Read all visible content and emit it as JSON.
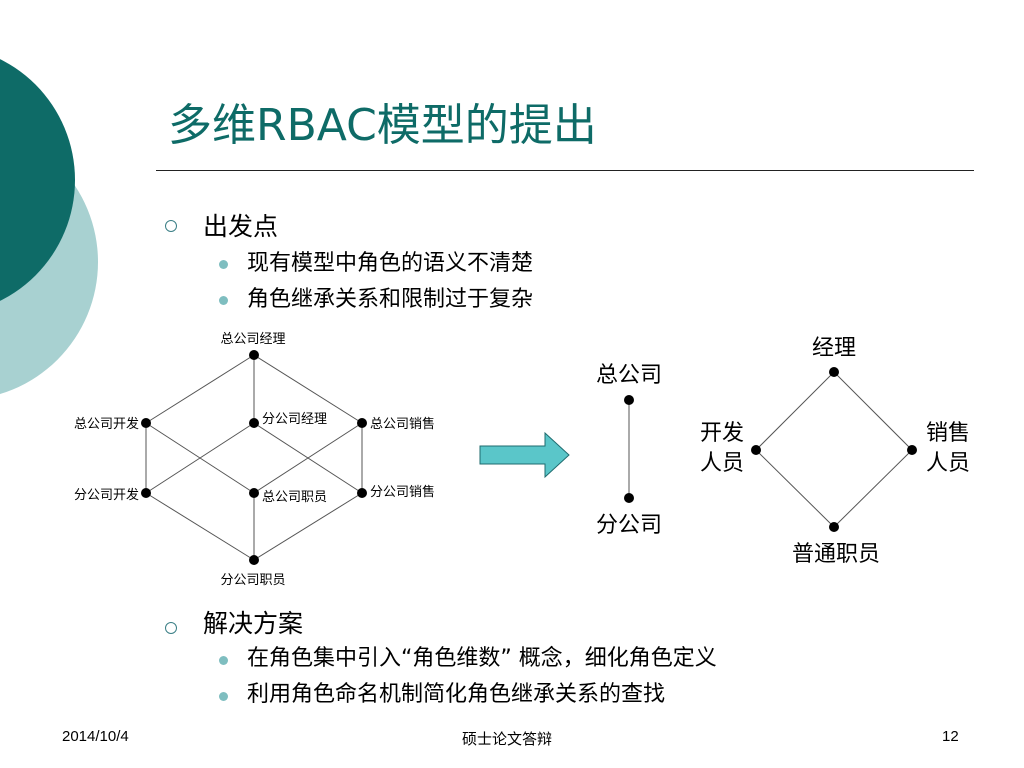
{
  "slide": {
    "title": "多维RBAC模型的提出",
    "sections": [
      {
        "heading": "出发点",
        "bullets": [
          "现有模型中角色的语义不清楚",
          "角色继承关系和限制过于复杂"
        ]
      },
      {
        "heading": "解决方案",
        "bullets": [
          "在角色集中引入“角色维数” 概念，细化角色定义",
          "利用角色命名机制简化角色继承关系的查找"
        ]
      }
    ],
    "diagram_left": {
      "top": "总公司经理",
      "mid_left": "总公司开发",
      "mid_center": "分公司经理",
      "mid_right": "总公司销售",
      "low_left": "分公司开发",
      "low_center": "总公司职员",
      "low_right": "分公司销售",
      "bottom": "分公司职员"
    },
    "diagram_mid": {
      "top": "总公司",
      "bottom": "分公司"
    },
    "diagram_right": {
      "top": "经理",
      "left_line1": "开发",
      "left_line2": "人员",
      "right_line1": "销售",
      "right_line2": "人员",
      "bottom": "普通职员"
    },
    "footer": {
      "date": "2014/10/4",
      "center": "硕士论文答辩",
      "page": "12"
    },
    "colors": {
      "title": "#0e6b67",
      "deco_dark": "#0e6b67",
      "deco_light": "#a8d1d1",
      "arrow": "#5ac6c9"
    }
  }
}
